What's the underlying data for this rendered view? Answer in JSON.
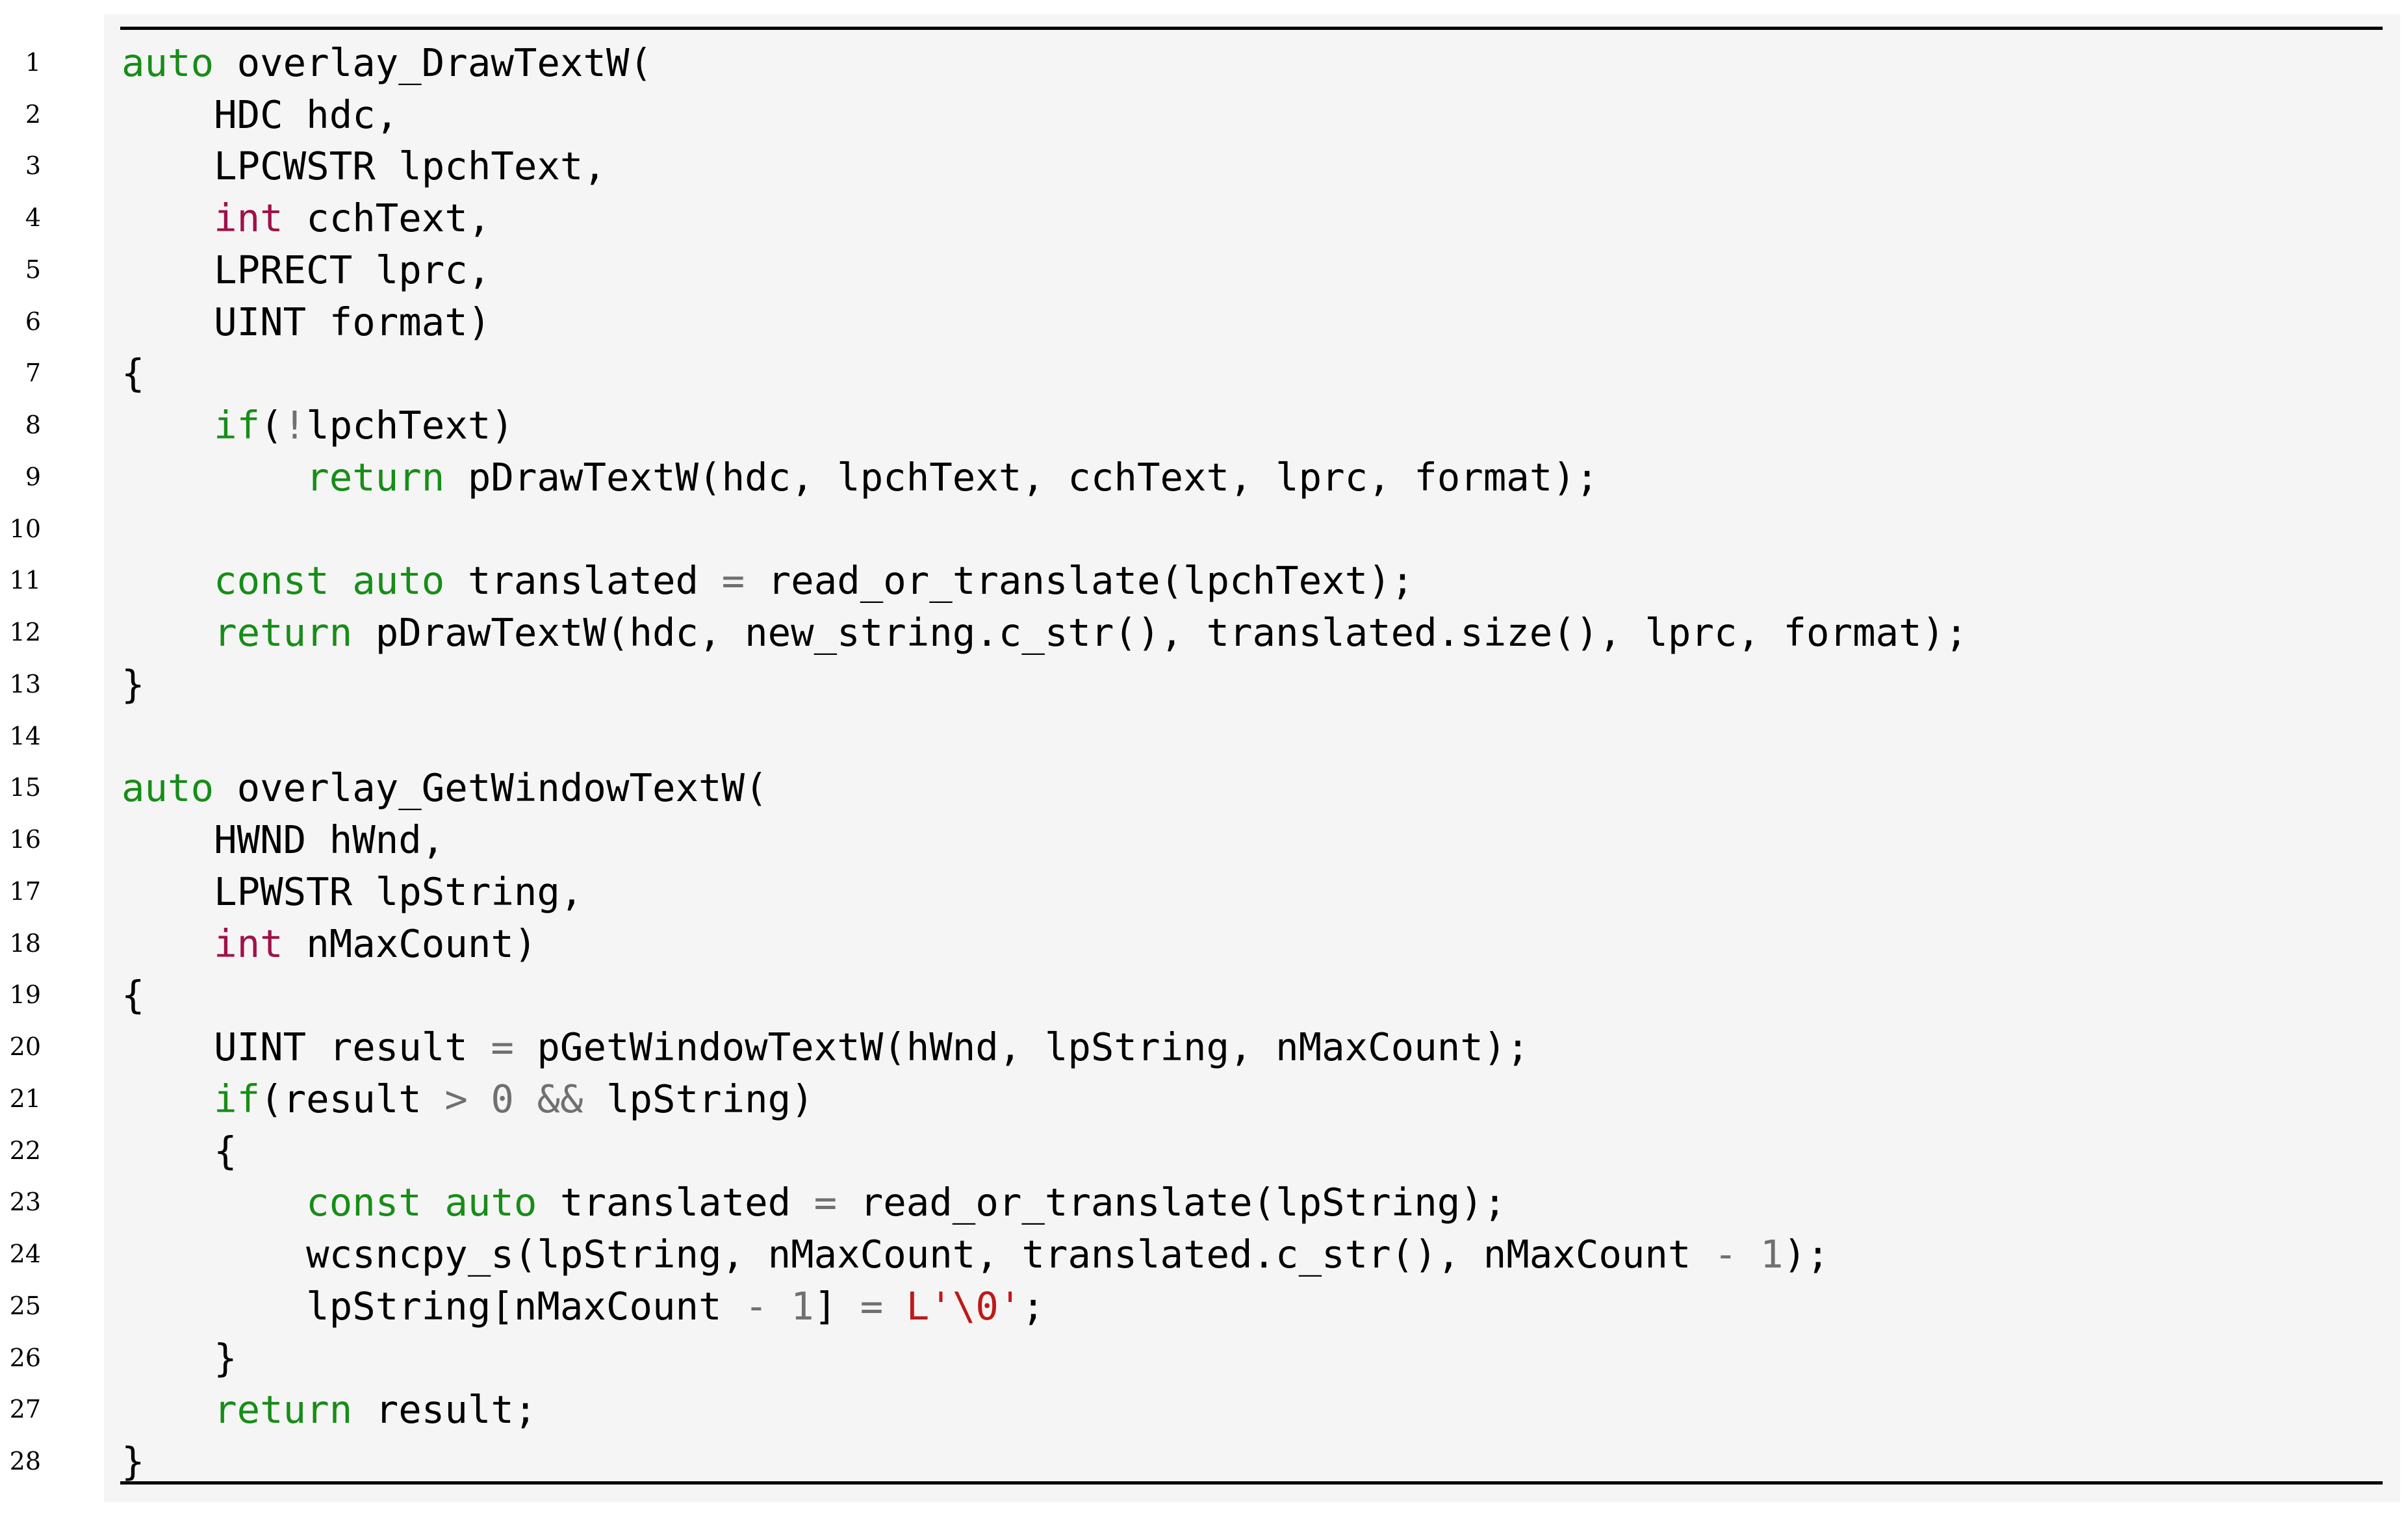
{
  "colors": {
    "background": "#f5f5f5",
    "keyword": "#178d17",
    "type": "#a0114a",
    "operator": "#707070",
    "number": "#707070",
    "string": "#c01818",
    "text": "#000000"
  },
  "lines": [
    {
      "n": "1",
      "tokens": [
        [
          "kw",
          "auto"
        ],
        [
          "tx",
          " overlay_DrawTextW("
        ]
      ]
    },
    {
      "n": "2",
      "tokens": [
        [
          "tx",
          "    HDC hdc,"
        ]
      ]
    },
    {
      "n": "3",
      "tokens": [
        [
          "tx",
          "    LPCWSTR lpchText,"
        ]
      ]
    },
    {
      "n": "4",
      "tokens": [
        [
          "tx",
          "    "
        ],
        [
          "ty",
          "int"
        ],
        [
          "tx",
          " cchText,"
        ]
      ]
    },
    {
      "n": "5",
      "tokens": [
        [
          "tx",
          "    LPRECT lprc,"
        ]
      ]
    },
    {
      "n": "6",
      "tokens": [
        [
          "tx",
          "    UINT format)"
        ]
      ]
    },
    {
      "n": "7",
      "tokens": [
        [
          "tx",
          "{"
        ]
      ]
    },
    {
      "n": "8",
      "tokens": [
        [
          "tx",
          "    "
        ],
        [
          "kw",
          "if"
        ],
        [
          "tx",
          "("
        ],
        [
          "op",
          "!"
        ],
        [
          "tx",
          "lpchText)"
        ]
      ]
    },
    {
      "n": "9",
      "tokens": [
        [
          "tx",
          "        "
        ],
        [
          "kw",
          "return"
        ],
        [
          "tx",
          " pDrawTextW(hdc, lpchText, cchText, lprc, format);"
        ]
      ]
    },
    {
      "n": "10",
      "tokens": []
    },
    {
      "n": "11",
      "tokens": [
        [
          "tx",
          "    "
        ],
        [
          "kw",
          "const"
        ],
        [
          "tx",
          " "
        ],
        [
          "kw",
          "auto"
        ],
        [
          "tx",
          " translated "
        ],
        [
          "op",
          "="
        ],
        [
          "tx",
          " read_or_translate(lpchText);"
        ]
      ]
    },
    {
      "n": "12",
      "tokens": [
        [
          "tx",
          "    "
        ],
        [
          "kw",
          "return"
        ],
        [
          "tx",
          " pDrawTextW(hdc, new_string.c_str(), translated.size(), lprc, format);"
        ]
      ]
    },
    {
      "n": "13",
      "tokens": [
        [
          "tx",
          "}"
        ]
      ]
    },
    {
      "n": "14",
      "tokens": []
    },
    {
      "n": "15",
      "tokens": [
        [
          "kw",
          "auto"
        ],
        [
          "tx",
          " overlay_GetWindowTextW("
        ]
      ]
    },
    {
      "n": "16",
      "tokens": [
        [
          "tx",
          "    HWND hWnd,"
        ]
      ]
    },
    {
      "n": "17",
      "tokens": [
        [
          "tx",
          "    LPWSTR lpString,"
        ]
      ]
    },
    {
      "n": "18",
      "tokens": [
        [
          "tx",
          "    "
        ],
        [
          "ty",
          "int"
        ],
        [
          "tx",
          " nMaxCount)"
        ]
      ]
    },
    {
      "n": "19",
      "tokens": [
        [
          "tx",
          "{"
        ]
      ]
    },
    {
      "n": "20",
      "tokens": [
        [
          "tx",
          "    UINT result "
        ],
        [
          "op",
          "="
        ],
        [
          "tx",
          " pGetWindowTextW(hWnd, lpString, nMaxCount);"
        ]
      ]
    },
    {
      "n": "21",
      "tokens": [
        [
          "tx",
          "    "
        ],
        [
          "kw",
          "if"
        ],
        [
          "tx",
          "(result "
        ],
        [
          "op",
          ">"
        ],
        [
          "tx",
          " "
        ],
        [
          "nm",
          "0"
        ],
        [
          "tx",
          " "
        ],
        [
          "op",
          "&&"
        ],
        [
          "tx",
          " lpString)"
        ]
      ]
    },
    {
      "n": "22",
      "tokens": [
        [
          "tx",
          "    {"
        ]
      ]
    },
    {
      "n": "23",
      "tokens": [
        [
          "tx",
          "        "
        ],
        [
          "kw",
          "const"
        ],
        [
          "tx",
          " "
        ],
        [
          "kw",
          "auto"
        ],
        [
          "tx",
          " translated "
        ],
        [
          "op",
          "="
        ],
        [
          "tx",
          " read_or_translate(lpString);"
        ]
      ]
    },
    {
      "n": "24",
      "tokens": [
        [
          "tx",
          "        wcsncpy_s(lpString, nMaxCount, translated.c_str(), nMaxCount "
        ],
        [
          "op",
          "-"
        ],
        [
          "tx",
          " "
        ],
        [
          "nm",
          "1"
        ],
        [
          "tx",
          ");"
        ]
      ]
    },
    {
      "n": "25",
      "tokens": [
        [
          "tx",
          "        lpString[nMaxCount "
        ],
        [
          "op",
          "-"
        ],
        [
          "tx",
          " "
        ],
        [
          "nm",
          "1"
        ],
        [
          "tx",
          "] "
        ],
        [
          "op",
          "="
        ],
        [
          "tx",
          " "
        ],
        [
          "st",
          "L'\\0'"
        ],
        [
          "tx",
          ";"
        ]
      ]
    },
    {
      "n": "26",
      "tokens": [
        [
          "tx",
          "    }"
        ]
      ]
    },
    {
      "n": "27",
      "tokens": [
        [
          "tx",
          "    "
        ],
        [
          "kw",
          "return"
        ],
        [
          "tx",
          " result;"
        ]
      ]
    },
    {
      "n": "28",
      "tokens": [
        [
          "tx",
          "}"
        ]
      ]
    }
  ]
}
